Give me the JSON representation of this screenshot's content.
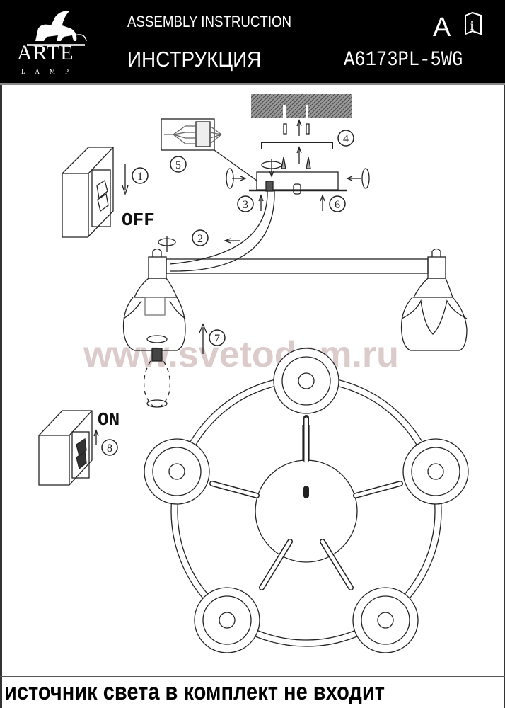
{
  "header": {
    "brand": "ARTE",
    "brand_sub": "LAMP",
    "title_en": "ASSEMBLY INSTRUCTION",
    "title_ru": "ИНСТРУКЦИЯ",
    "language_badge": "A",
    "info_icon": "info-book-icon",
    "model": "A6173PL-5WG"
  },
  "steps": {
    "s1": "1",
    "s2": "2",
    "s3": "3",
    "s4": "4",
    "s5": "5",
    "s6": "6",
    "s7": "7",
    "s8": "8"
  },
  "switch_off_label": "OFF",
  "switch_on_label": "ON",
  "watermark": "www.svetodom.ru",
  "footer_note": "источник света в комплект не входит"
}
